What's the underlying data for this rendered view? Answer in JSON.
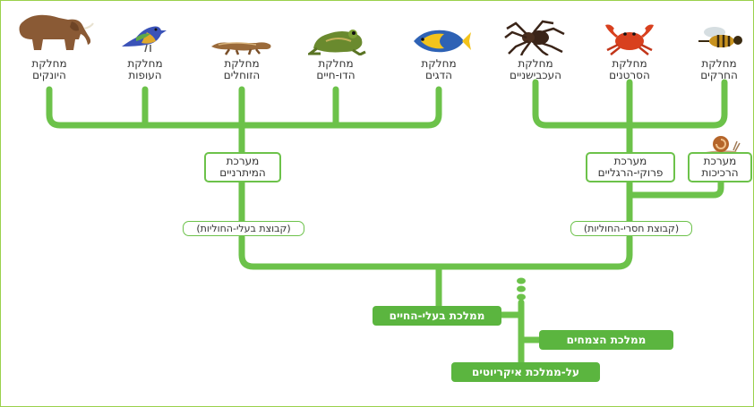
{
  "classes": [
    {
      "id": "insects",
      "l1": "מחלקת",
      "l2": "החרקים",
      "icon": "bee-icon"
    },
    {
      "id": "crustaceans",
      "l1": "מחלקת",
      "l2": "הסרטנים",
      "icon": "crab-icon"
    },
    {
      "id": "arachnids",
      "l1": "מחלקת",
      "l2": "העכבישניים",
      "icon": "spider-icon"
    },
    {
      "id": "fish",
      "l1": "מחלקת",
      "l2": "הדגים",
      "icon": "fish-icon"
    },
    {
      "id": "amphibians",
      "l1": "מחלקת",
      "l2": "הדו-חיים",
      "icon": "frog-icon"
    },
    {
      "id": "reptiles",
      "l1": "מחלקת",
      "l2": "הזוחלים",
      "icon": "lizard-icon"
    },
    {
      "id": "birds",
      "l1": "מחלקת",
      "l2": "העופות",
      "icon": "bird-icon"
    },
    {
      "id": "mammals",
      "l1": "מחלקת",
      "l2": "היונקים",
      "icon": "elephant-icon"
    }
  ],
  "phyla": {
    "vertebrates_system": {
      "l1": "מערכת",
      "l2": "המיתרניים"
    },
    "arthropods": {
      "l1": "מערכת",
      "l2": "פרוקי-הרגליים"
    },
    "mollusks": {
      "l1": "מערכת",
      "l2": "הרכיכות",
      "icon": "snail-icon"
    }
  },
  "groups": {
    "vertebrates": "(קבוצת בעלי-החוליות)",
    "invertebrates": "(קבוצת חסרי-החוליות)"
  },
  "kingdoms": {
    "animals": "ממלכת בעלי-החיים",
    "plants": "ממלכת הצמחים",
    "eukaryotes": "על-ממלכת איקריוטים"
  },
  "colors": {
    "branch": "#6cc24a",
    "box_border": "#6cc24a",
    "kingdom_fill": "#5bb53f",
    "text": "#333333",
    "frame": "#9ad14b"
  }
}
